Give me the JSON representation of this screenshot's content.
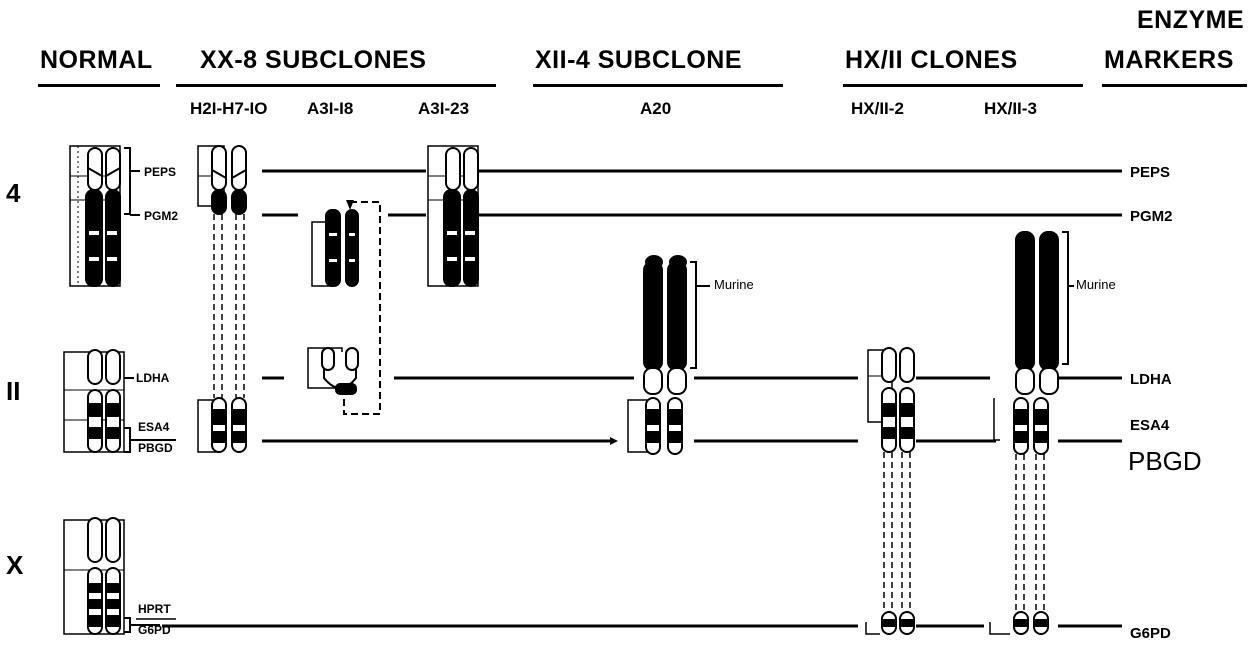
{
  "headers": {
    "normal": "NORMAL",
    "xx8": "XX-8 SUBCLONES",
    "x114": "XII-4 SUBCLONE",
    "hx11": "HX/II CLONES",
    "enzyme_line1": "ENZYME",
    "enzyme_line2": "MARKERS"
  },
  "subclones": {
    "h21": "H2I-H7-IO",
    "a31_18": "A3I-I8",
    "a31_23": "A3I-23",
    "a20": "A20",
    "hx2": "HX/II-2",
    "hx3": "HX/II-3"
  },
  "rows": {
    "chr4": "4",
    "chr11": "II",
    "chrx": "X"
  },
  "inline_labels": {
    "peps": "PEPS",
    "pgm2": "PGM2",
    "ldha": "LDHA",
    "esa4": "ESA4",
    "pbgd": "PBGD",
    "hprt": "HPRT",
    "g6pd": "G6PD",
    "murine_1": "Murine",
    "murine_2": "Murine"
  },
  "markers": {
    "peps": "PEPS",
    "pgm2": "PGM2",
    "ldha": "LDHA",
    "esa4": "ESA4",
    "pbgd": "PBGD",
    "g6pd": "G6PD"
  }
}
